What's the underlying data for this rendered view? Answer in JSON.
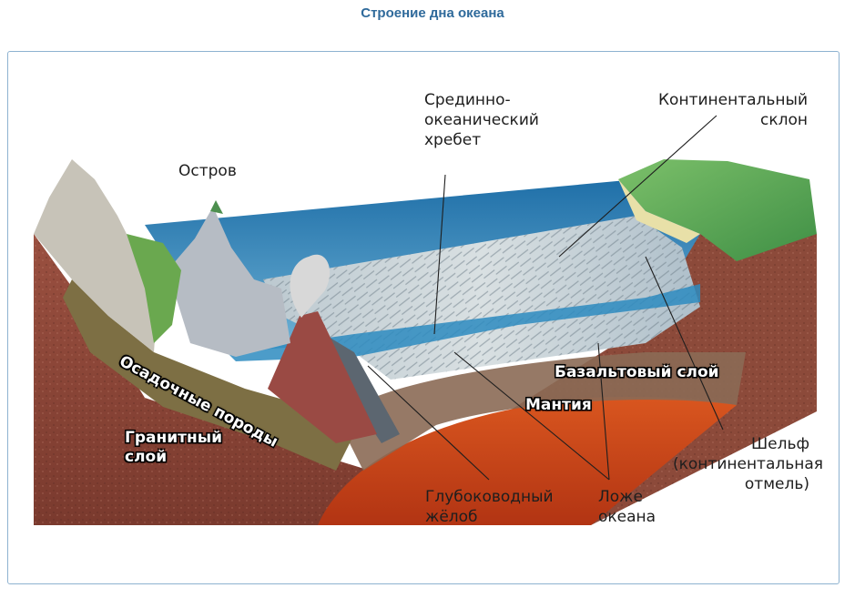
{
  "title": "Строение дна океана",
  "labels": {
    "island": "Остров",
    "ridge": [
      "Срединно-",
      "океанический",
      "хребет"
    ],
    "slope": [
      "Континентальный",
      "склон"
    ],
    "shelf": [
      "Шельф",
      "(континентальная",
      "отмель)"
    ],
    "trench": [
      "Глубоководный",
      "жёлоб"
    ],
    "floor": [
      "Ложе",
      "океана"
    ],
    "sediment": "Осадочные породы",
    "basalt": "Базальтовый слой",
    "mantle": "Мантия",
    "granite": [
      "Гранитный",
      "слой"
    ]
  },
  "colors": {
    "title": "#2f6a9b",
    "frame": "#8eb2d0",
    "water": "#2a7fb5",
    "mantle": "#c8411c",
    "granite": "#8a4334",
    "sediment": "#8a7a4e",
    "basalt": "#8b6f5a"
  }
}
